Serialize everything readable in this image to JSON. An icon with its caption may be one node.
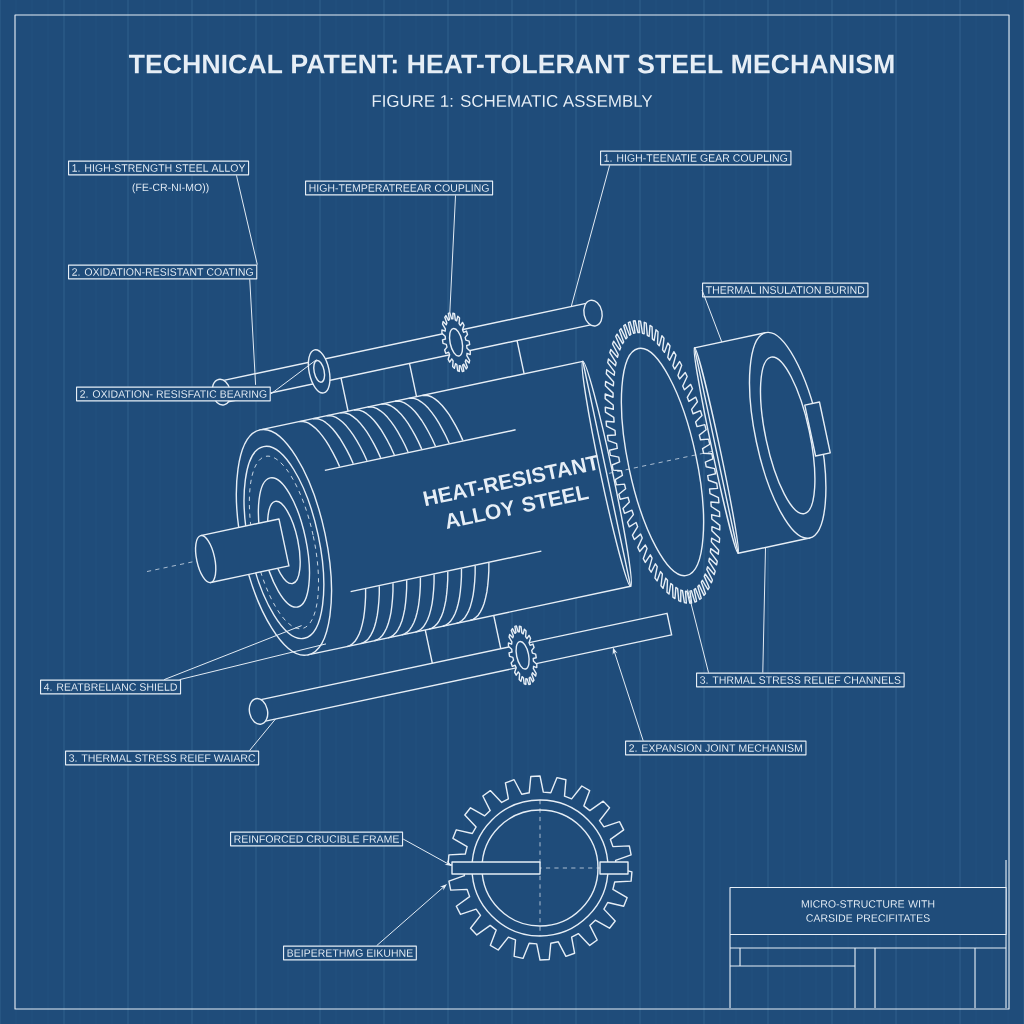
{
  "diagram": {
    "title": "TECHNICAL PATENT: HEAT-TOLERANT STEEL MECHANISM",
    "nodes": [
      {
        "text": [
          "1. HIGH-STRENGTH STEEL ALLOY"
        ],
        "beside": [
          "(FE-CR-NI-MO))"
        ]
      },
      {
        "text": [
          "2. OXIDATION-RESISTANT COATING"
        ]
      },
      {
        "text": [
          "HIGH-TEMPERATREEAR COUPLING"
        ]
      },
      {
        "text": [
          "1. HIGH-TEENATIE GEAR COUPLING"
        ]
      },
      {
        "text": [
          "THERMAL INSULATION BURIND"
        ]
      },
      {
        "text": [
          "2. OXIDATION- RESISFATIC BEARING"
        ]
      },
      {
        "text": [
          "4. REATBRELIANC SHIELD"
        ]
      },
      {
        "text": [
          "3. THERMAL STRESS REIEF WAIARC"
        ]
      },
      {
        "text": [
          "3. THRMAL STRESS RELIEF CHANNELS"
        ]
      },
      {
        "text": [
          "2. EXPANSION JOINT MECHANISM"
        ]
      },
      {
        "text": [
          "REINFORCED CRUCIBLE FRAME"
        ]
      },
      {
        "text": [
          "BEIPERETHMG EIKUHNE"
        ]
      },
      {
        "text": [
          "MICRO-STRUCTURE WITH CARSIDE PRECIFITATES"
        ]
      },
      {
        "text": [],
        "shape": "picture"
      },
      {
        "text": [],
        "shape": "picture"
      },
      {
        "text": [],
        "shape": "picture",
        "in": 14
      },
      {
        "text": [],
        "shape": "picture"
      },
      {
        "text": [],
        "shape": "picture",
        "in": 14
      },
      {
        "text": [],
        "shape": "picture"
      },
      {
        "text": [],
        "shape": "picture"
      },
      {
        "text": [],
        "shape": "picture"
      }
    ],
    "edges": [
      {
        "from": 0,
        "to": 1,
        "arrow": "none"
      },
      {
        "from": 1,
        "to": 14,
        "arrow": "none"
      },
      {
        "from": 2,
        "to": 15,
        "arrow": "none"
      },
      {
        "from": 3,
        "to": 14,
        "arrow": "none"
      },
      {
        "from": 4,
        "to": 16,
        "arrow": "none"
      },
      {
        "from": 5,
        "to": 17,
        "arrow": "none"
      },
      {
        "from": 6,
        "to": 18,
        "arrow": "none"
      },
      {
        "from": 6,
        "to": 18,
        "arrow": "none"
      },
      {
        "from": 7,
        "to": 20,
        "arrow": "none"
      },
      {
        "from": 8,
        "to": 19,
        "arrow": "none"
      },
      {
        "from": 8,
        "to": 16,
        "arrow": "none"
      },
      {
        "from": 9,
        "to": 20,
        "arrow": "to"
      },
      {
        "from": 10,
        "to": 13,
        "arrow": "to"
      },
      {
        "from": 11,
        "to": 13,
        "arrow": "to"
      }
    ],
    "labels": [
      "FIGURE 1: SCHEMATIC ASSEMBLY",
      "HEAT-RESISTANT ALLOY STEEL"
    ]
  }
}
